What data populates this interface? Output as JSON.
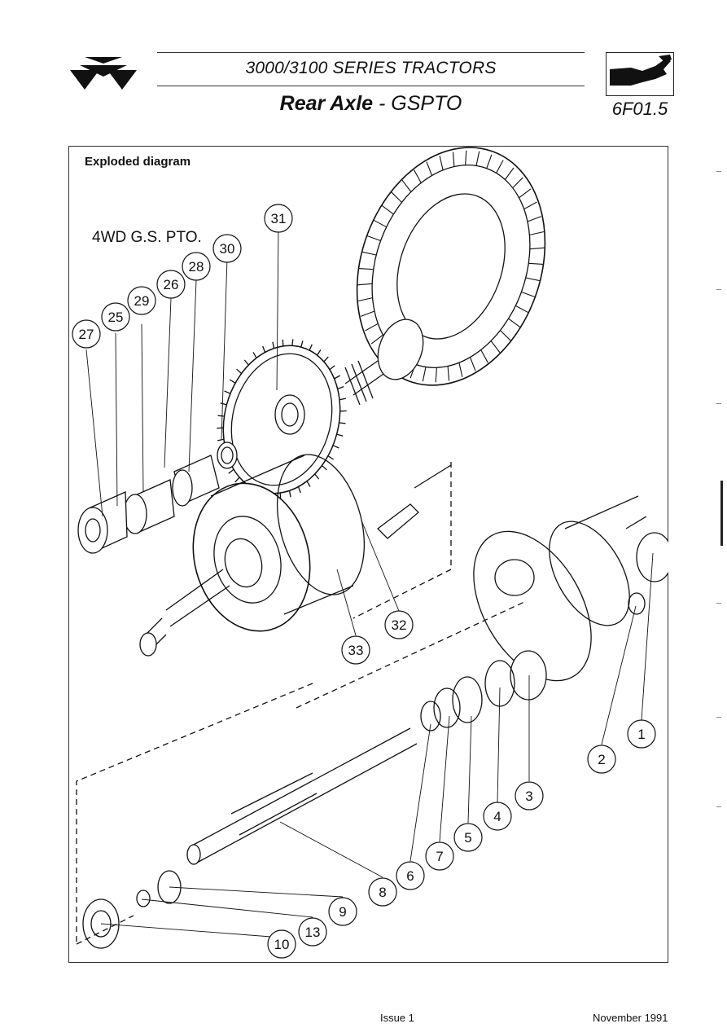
{
  "header": {
    "series": "3000/3100 SERIES TRACTORS",
    "title_bold": "Rear Axle",
    "title_rest": " - GSPTO",
    "page_code": "6F01.5"
  },
  "figure": {
    "label": "Exploded diagram",
    "variant": "4WD G.S.  PTO.",
    "callouts": [
      "31",
      "30",
      "28",
      "26",
      "29",
      "25",
      "27",
      "32",
      "33",
      "1",
      "2",
      "3",
      "4",
      "5",
      "7",
      "6",
      "8",
      "9",
      "13",
      "10"
    ]
  },
  "footer": {
    "issue": "Issue 1",
    "date": "November 1991"
  }
}
